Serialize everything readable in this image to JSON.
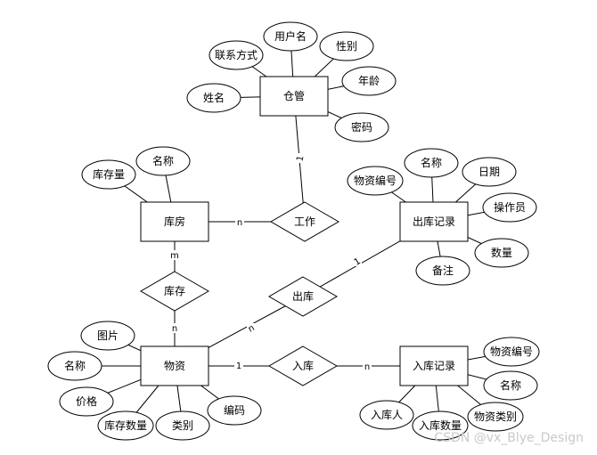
{
  "entities": {
    "cangguan": "仓管",
    "kufang": "库房",
    "wuzi": "物资",
    "chuku_jilu": "出库记录",
    "ruku_jilu": "入库记录"
  },
  "relationships": {
    "gongzuo": "工作",
    "kucun": "库存",
    "chuku": "出库",
    "ruku": "入库"
  },
  "attributes": {
    "cangguan": [
      "联系方式",
      "用户名",
      "性别",
      "年龄",
      "姓名",
      "密码"
    ],
    "kufang": [
      "库存量",
      "名称"
    ],
    "chuku_jilu": [
      "物资编号",
      "名称",
      "日期",
      "操作员",
      "数量",
      "备注"
    ],
    "wuzi": [
      "图片",
      "名称",
      "价格",
      "库存数量",
      "类别",
      "编码"
    ],
    "ruku_jilu": [
      "物资编号",
      "名称",
      "物资类别",
      "入库数量",
      "入库人"
    ]
  },
  "cardinalities": {
    "cangguan_gongzuo": "1",
    "kufang_gongzuo": "n",
    "kufang_kucun": "m",
    "wuzi_kucun": "n",
    "chuku_chukujilu": "1",
    "wuzi_chuku": "n",
    "wuzi_ruku": "1",
    "ruku_rukujilu": "n"
  },
  "watermark": "CSDN @vx_Blye_Design"
}
